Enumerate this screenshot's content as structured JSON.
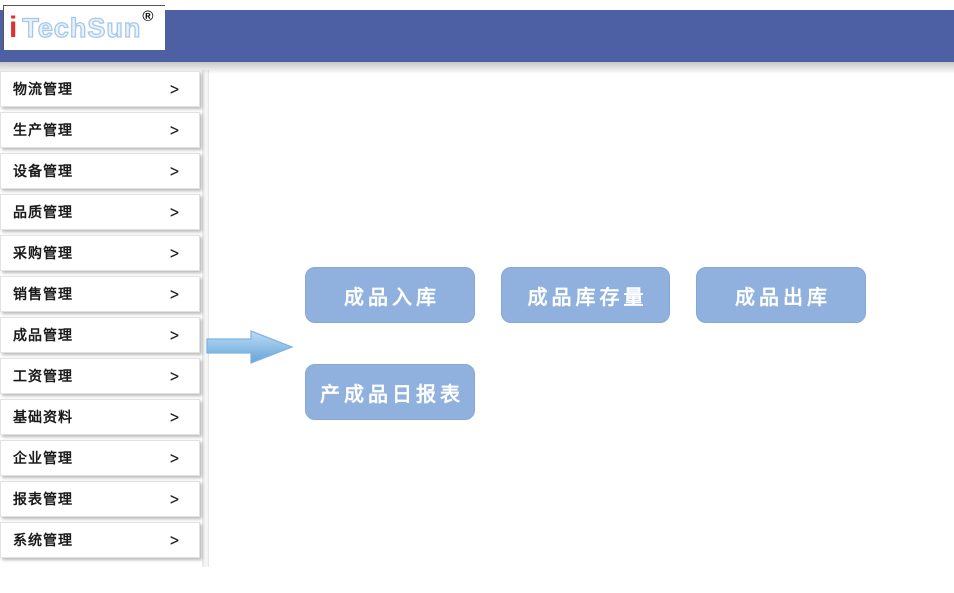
{
  "logo": {
    "i_mark": "i",
    "name": "TechSun",
    "registered": "®"
  },
  "icons": {
    "chevron_right": ">"
  },
  "sidebar": {
    "items": [
      {
        "label": "物流管理"
      },
      {
        "label": "生产管理"
      },
      {
        "label": "设备管理"
      },
      {
        "label": "品质管理"
      },
      {
        "label": "采购管理"
      },
      {
        "label": "销售管理"
      },
      {
        "label": "成品管理"
      },
      {
        "label": "工资管理"
      },
      {
        "label": "基础资料"
      },
      {
        "label": "企业管理"
      },
      {
        "label": "报表管理"
      },
      {
        "label": "系统管理"
      }
    ]
  },
  "main": {
    "buttons": [
      {
        "label": "成品入库"
      },
      {
        "label": "成品库存量"
      },
      {
        "label": "成品出库"
      },
      {
        "label": "产成品日报表"
      }
    ]
  },
  "colors": {
    "header_blue": "#4e60a4",
    "button_blue": "#90b1dd",
    "arrow_blue_light": "#bcdcf5",
    "arrow_blue_dark": "#66a3d8",
    "logo_red": "#e02f2f",
    "logo_outline_blue": "#a5c8ea"
  }
}
